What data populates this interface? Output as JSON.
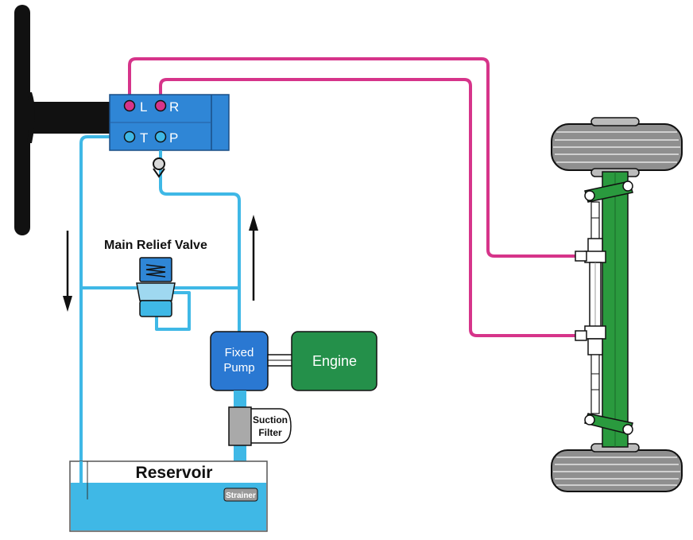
{
  "labels": {
    "port_l": "L",
    "port_r": "R",
    "port_t": "T",
    "port_p": "P",
    "main_relief_valve": "Main Relief Valve",
    "fixed_pump_line1": "Fixed",
    "fixed_pump_line2": "Pump",
    "engine": "Engine",
    "suction_filter_line1": "Suction",
    "suction_filter_line2": "Filter",
    "reservoir": "Reservoir",
    "strainer": "Strainer"
  },
  "colors": {
    "pressure_line": "#d6348a",
    "return_line": "#3fb8e6",
    "valve_body": "#2f86d6",
    "pump": "#2a78d2",
    "engine": "#24904a",
    "axle": "#2a9a3e",
    "steering_wheel": "#111111",
    "tire": "#8f8f8f",
    "filter": "#a9a9a9",
    "reservoir_fluid": "#3fb8e6"
  }
}
